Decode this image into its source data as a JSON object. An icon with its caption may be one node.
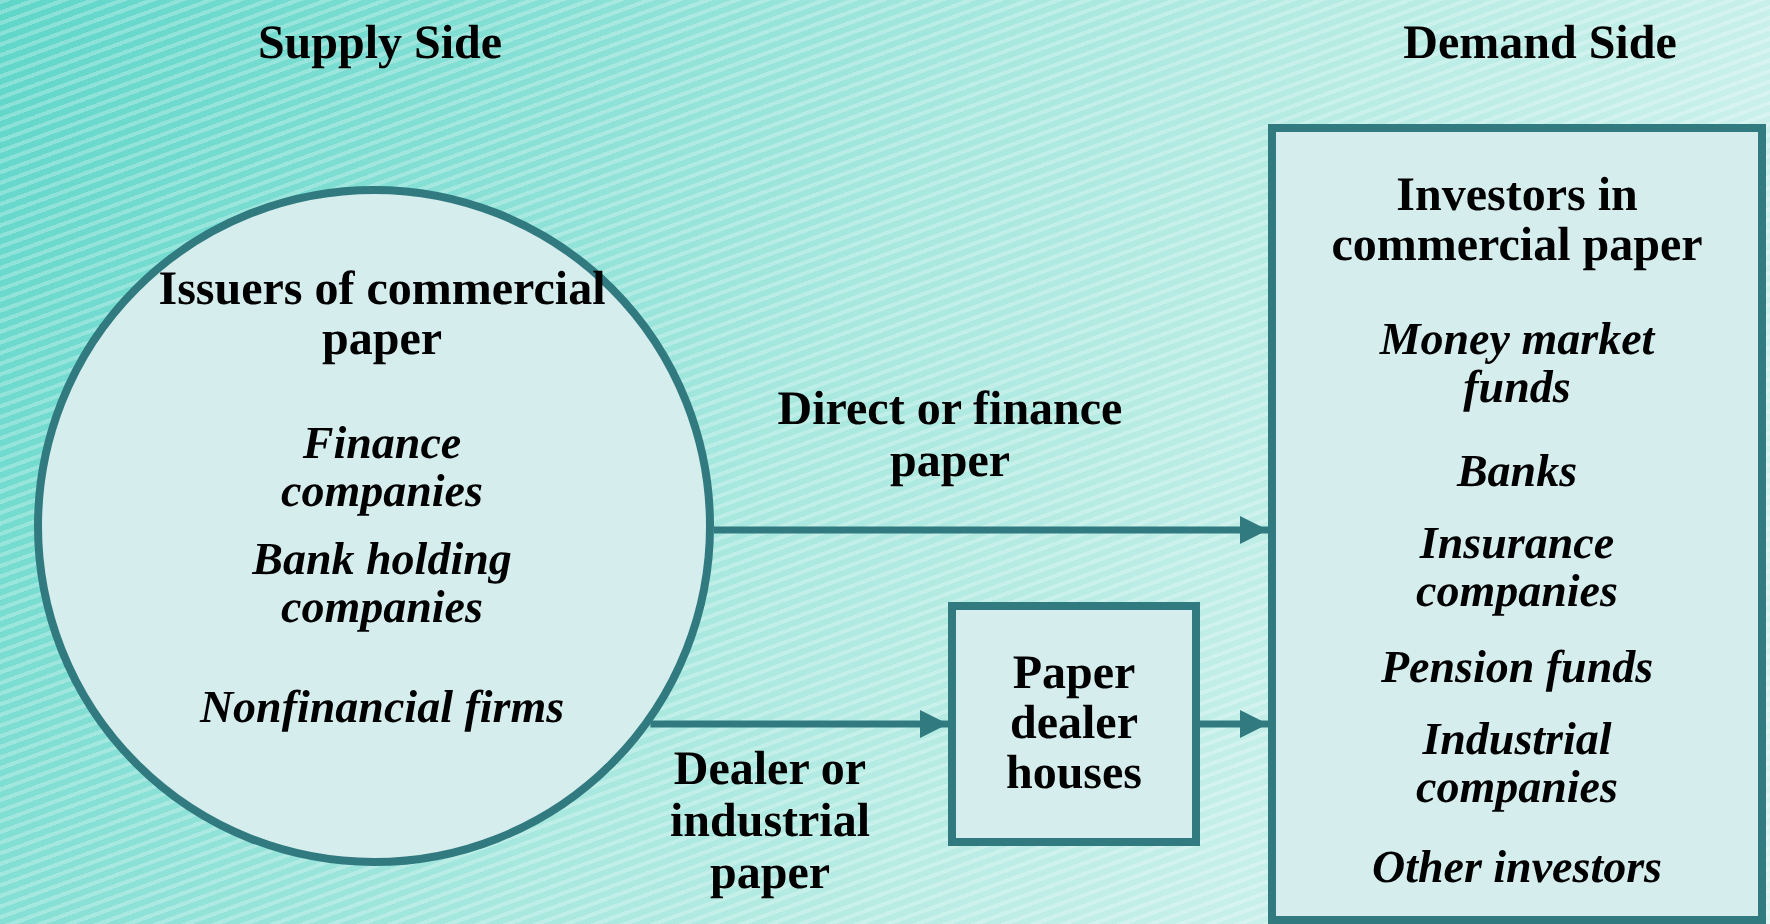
{
  "diagram": {
    "nodes": [
      {
        "text": [
          "Issuers of commercial paper",
          "Finance companies",
          "Bank holding companies",
          "Nonfinancial firms"
        ]
      },
      {
        "text": [
          "Paper dealer houses"
        ]
      },
      {
        "text": [
          "Investors in commercial paper",
          "Money market funds",
          "Banks",
          "Insurance companies",
          "Pension funds",
          "Industrial companies",
          "Other investors"
        ]
      }
    ],
    "edges": [
      {
        "from": 0,
        "to": 2,
        "arrow": "to",
        "label": "Direct or finance paper"
      },
      {
        "from": 0,
        "to": 1,
        "arrow": "to",
        "label": "Dealer or industrial paper"
      },
      {
        "from": 1,
        "to": 2,
        "arrow": "to"
      }
    ],
    "labels": [
      "Supply Side",
      "Demand Side"
    ]
  }
}
